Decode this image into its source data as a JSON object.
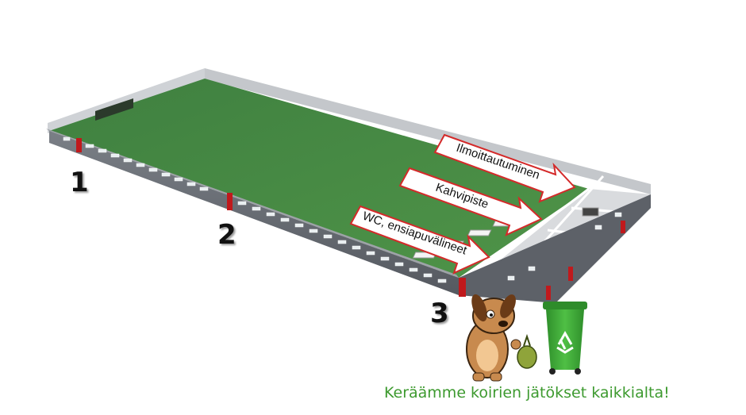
{
  "doors": [
    {
      "id": "1",
      "label": "1"
    },
    {
      "id": "2",
      "label": "2"
    },
    {
      "id": "3",
      "label": "3"
    }
  ],
  "arrows": [
    {
      "label": "Ilmoittautuminen"
    },
    {
      "label": "Kahvipiste"
    },
    {
      "label": "WC, ensiapuvälineet"
    }
  ],
  "footer_text": "Keräämme koirien jätökset kaikkialta!",
  "icons": [
    "dog-with-poop-bag-icon",
    "recycle-bin-icon",
    "recycle-symbol-icon"
  ],
  "colors": {
    "floor": "#4a8a42",
    "wall": "#6c7077",
    "door": "#c0191c",
    "arrow_border": "#d42a2a",
    "footer": "#3d9a2f",
    "bin": "#3aa635"
  }
}
